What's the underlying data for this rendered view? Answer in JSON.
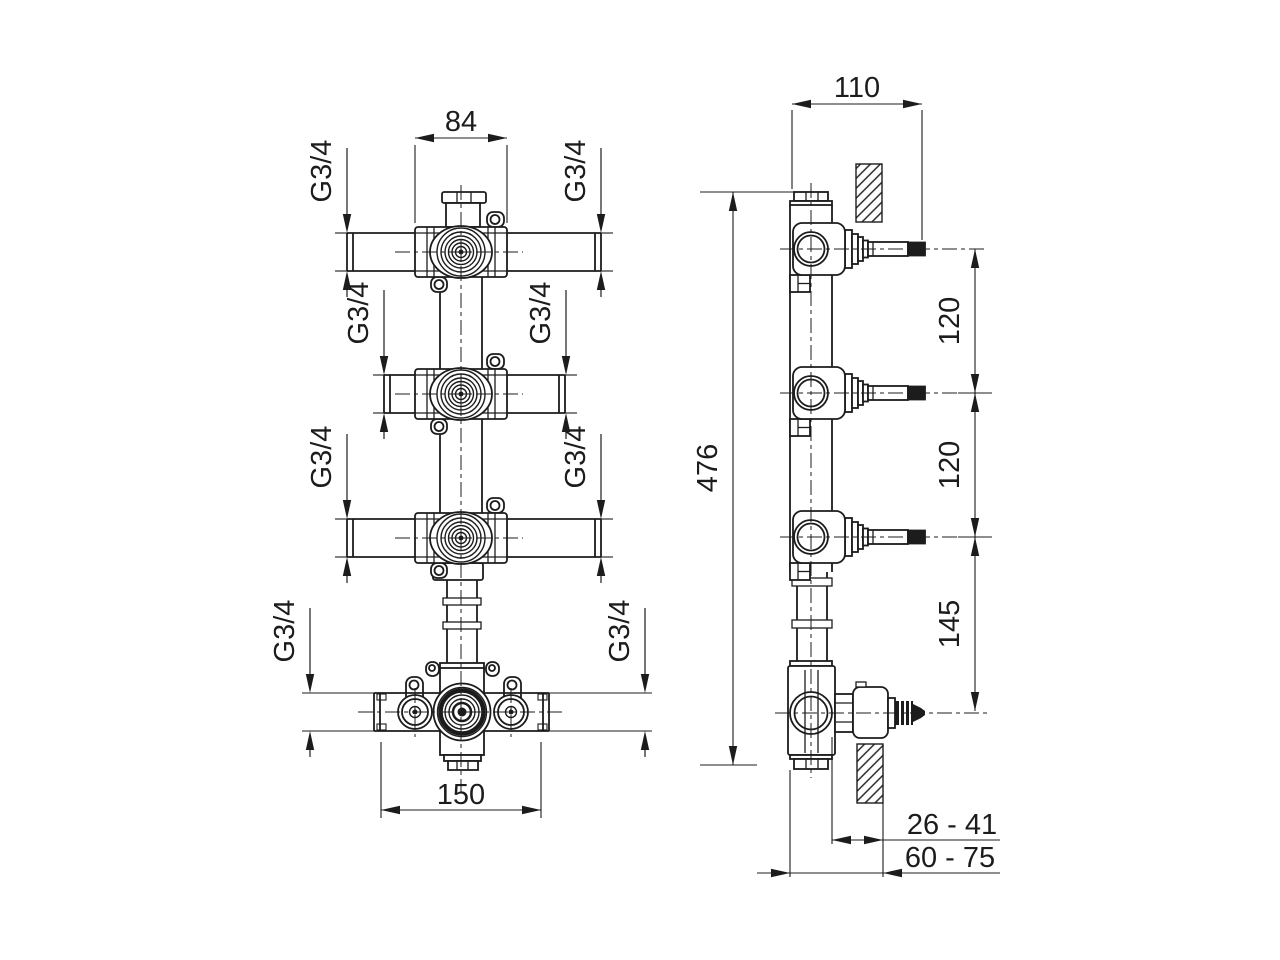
{
  "drawing": {
    "dimensions": {
      "valve_body_width": "84",
      "inlet_spacing": "150",
      "depth": "110",
      "overall_height": "476",
      "valve_spacing_1": "120",
      "valve_spacing_2": "120",
      "mixer_spacing": "145",
      "wall_depth_range_inner": "26 - 41",
      "wall_depth_range_outer": "60 - 75"
    },
    "thread_labels": [
      "G3/4",
      "G3/4",
      "G3/4",
      "G3/4",
      "G3/4",
      "G3/4",
      "G3/4",
      "G3/4"
    ],
    "colors": {
      "line": "#1c1c1c",
      "background": "#ffffff"
    }
  }
}
